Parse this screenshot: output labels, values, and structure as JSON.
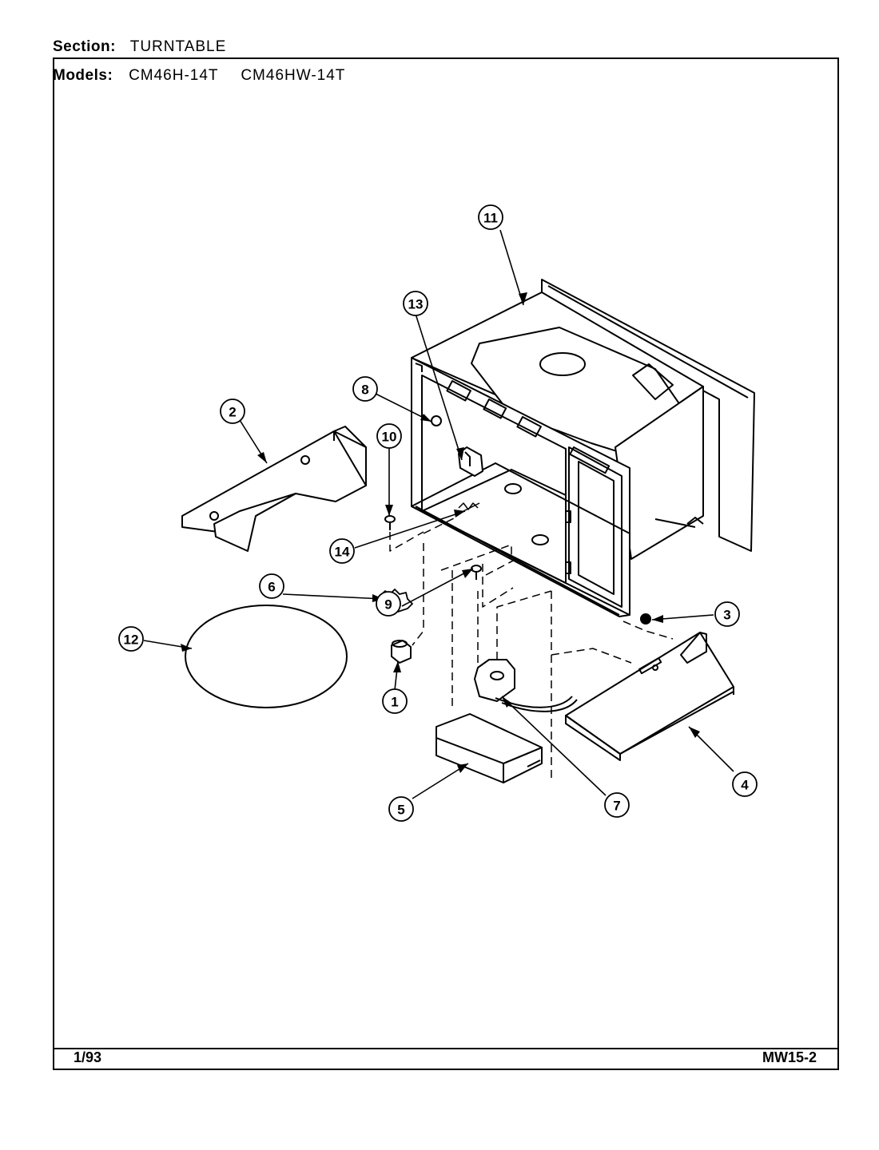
{
  "header": {
    "section_label": "Section:",
    "section_value": "TURNTABLE",
    "models_label": "Models:",
    "model_1": "CM46H-14T",
    "model_2": "CM46HW-14T"
  },
  "footer": {
    "date": "1/93",
    "code": "MW15-2"
  },
  "callouts": {
    "c1": "1",
    "c2": "2",
    "c3": "3",
    "c4": "4",
    "c5": "5",
    "c6": "6",
    "c7": "7",
    "c8": "8",
    "c9": "9",
    "c10": "10",
    "c11": "11",
    "c12": "12",
    "c13": "13",
    "c14": "14"
  }
}
